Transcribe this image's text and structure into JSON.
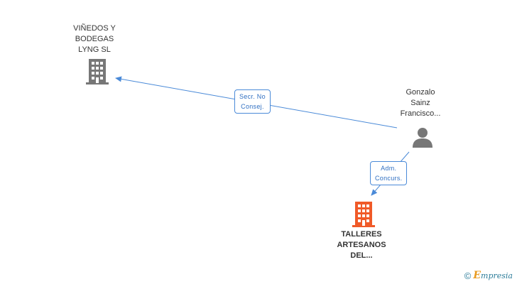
{
  "nodes": {
    "company1": {
      "label": "VIÑEDOS Y\nBODEGAS\nLYNG SL",
      "icon": "building-icon",
      "color": "#777777"
    },
    "person": {
      "label": "Gonzalo\nSainz\nFrancisco...",
      "icon": "person-icon",
      "color": "#777777"
    },
    "company2": {
      "label": "TALLERES\nARTESANOS\nDEL...",
      "icon": "building-icon",
      "color": "#f05a28"
    }
  },
  "edges": [
    {
      "from": "person",
      "to": "company1",
      "label": "Secr.  No\nConsej."
    },
    {
      "from": "person",
      "to": "company2",
      "label": "Adm.\nConcurs."
    }
  ],
  "colors": {
    "edge": "#4a8ad8",
    "focus_node": "#f05a28",
    "node": "#777777"
  },
  "footer": {
    "copyright_symbol": "©",
    "brand_initial": "E",
    "brand_rest": "mpresia"
  }
}
